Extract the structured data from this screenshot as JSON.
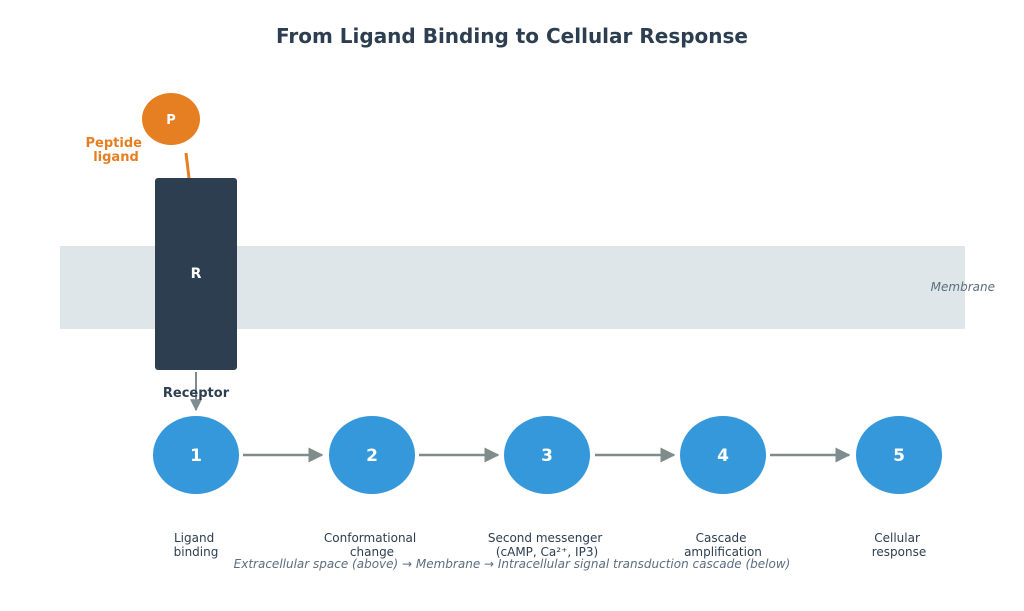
{
  "title": "From Ligand Binding to Cellular Response",
  "ligand": {
    "symbol": "P",
    "label_lines": [
      "Peptide",
      "ligand"
    ]
  },
  "receptor": {
    "symbol": "R",
    "label": "Receptor"
  },
  "membrane": {
    "label": "Membrane"
  },
  "steps": [
    {
      "number": "1",
      "label_lines": [
        "Ligand",
        "binding"
      ]
    },
    {
      "number": "2",
      "label_lines": [
        "Conformational",
        "change"
      ]
    },
    {
      "number": "3",
      "label_lines": [
        "Second messenger",
        "(cAMP, Ca²⁺, IP3)"
      ]
    },
    {
      "number": "4",
      "label_lines": [
        "Cascade",
        "amplification"
      ]
    },
    {
      "number": "5",
      "label_lines": [
        "Cellular",
        "response"
      ]
    }
  ],
  "caption": "Extracellular space (above) → Membrane → Intracellular signal transduction cascade (below)",
  "colors": {
    "title": "#2c3e50",
    "ligand": "#e67e22",
    "receptor": "#2c3e50",
    "membrane": "#dfe6ea",
    "step": "#3498db",
    "arrow": "#7f8c8d",
    "muted_text": "#5d6d7e"
  }
}
